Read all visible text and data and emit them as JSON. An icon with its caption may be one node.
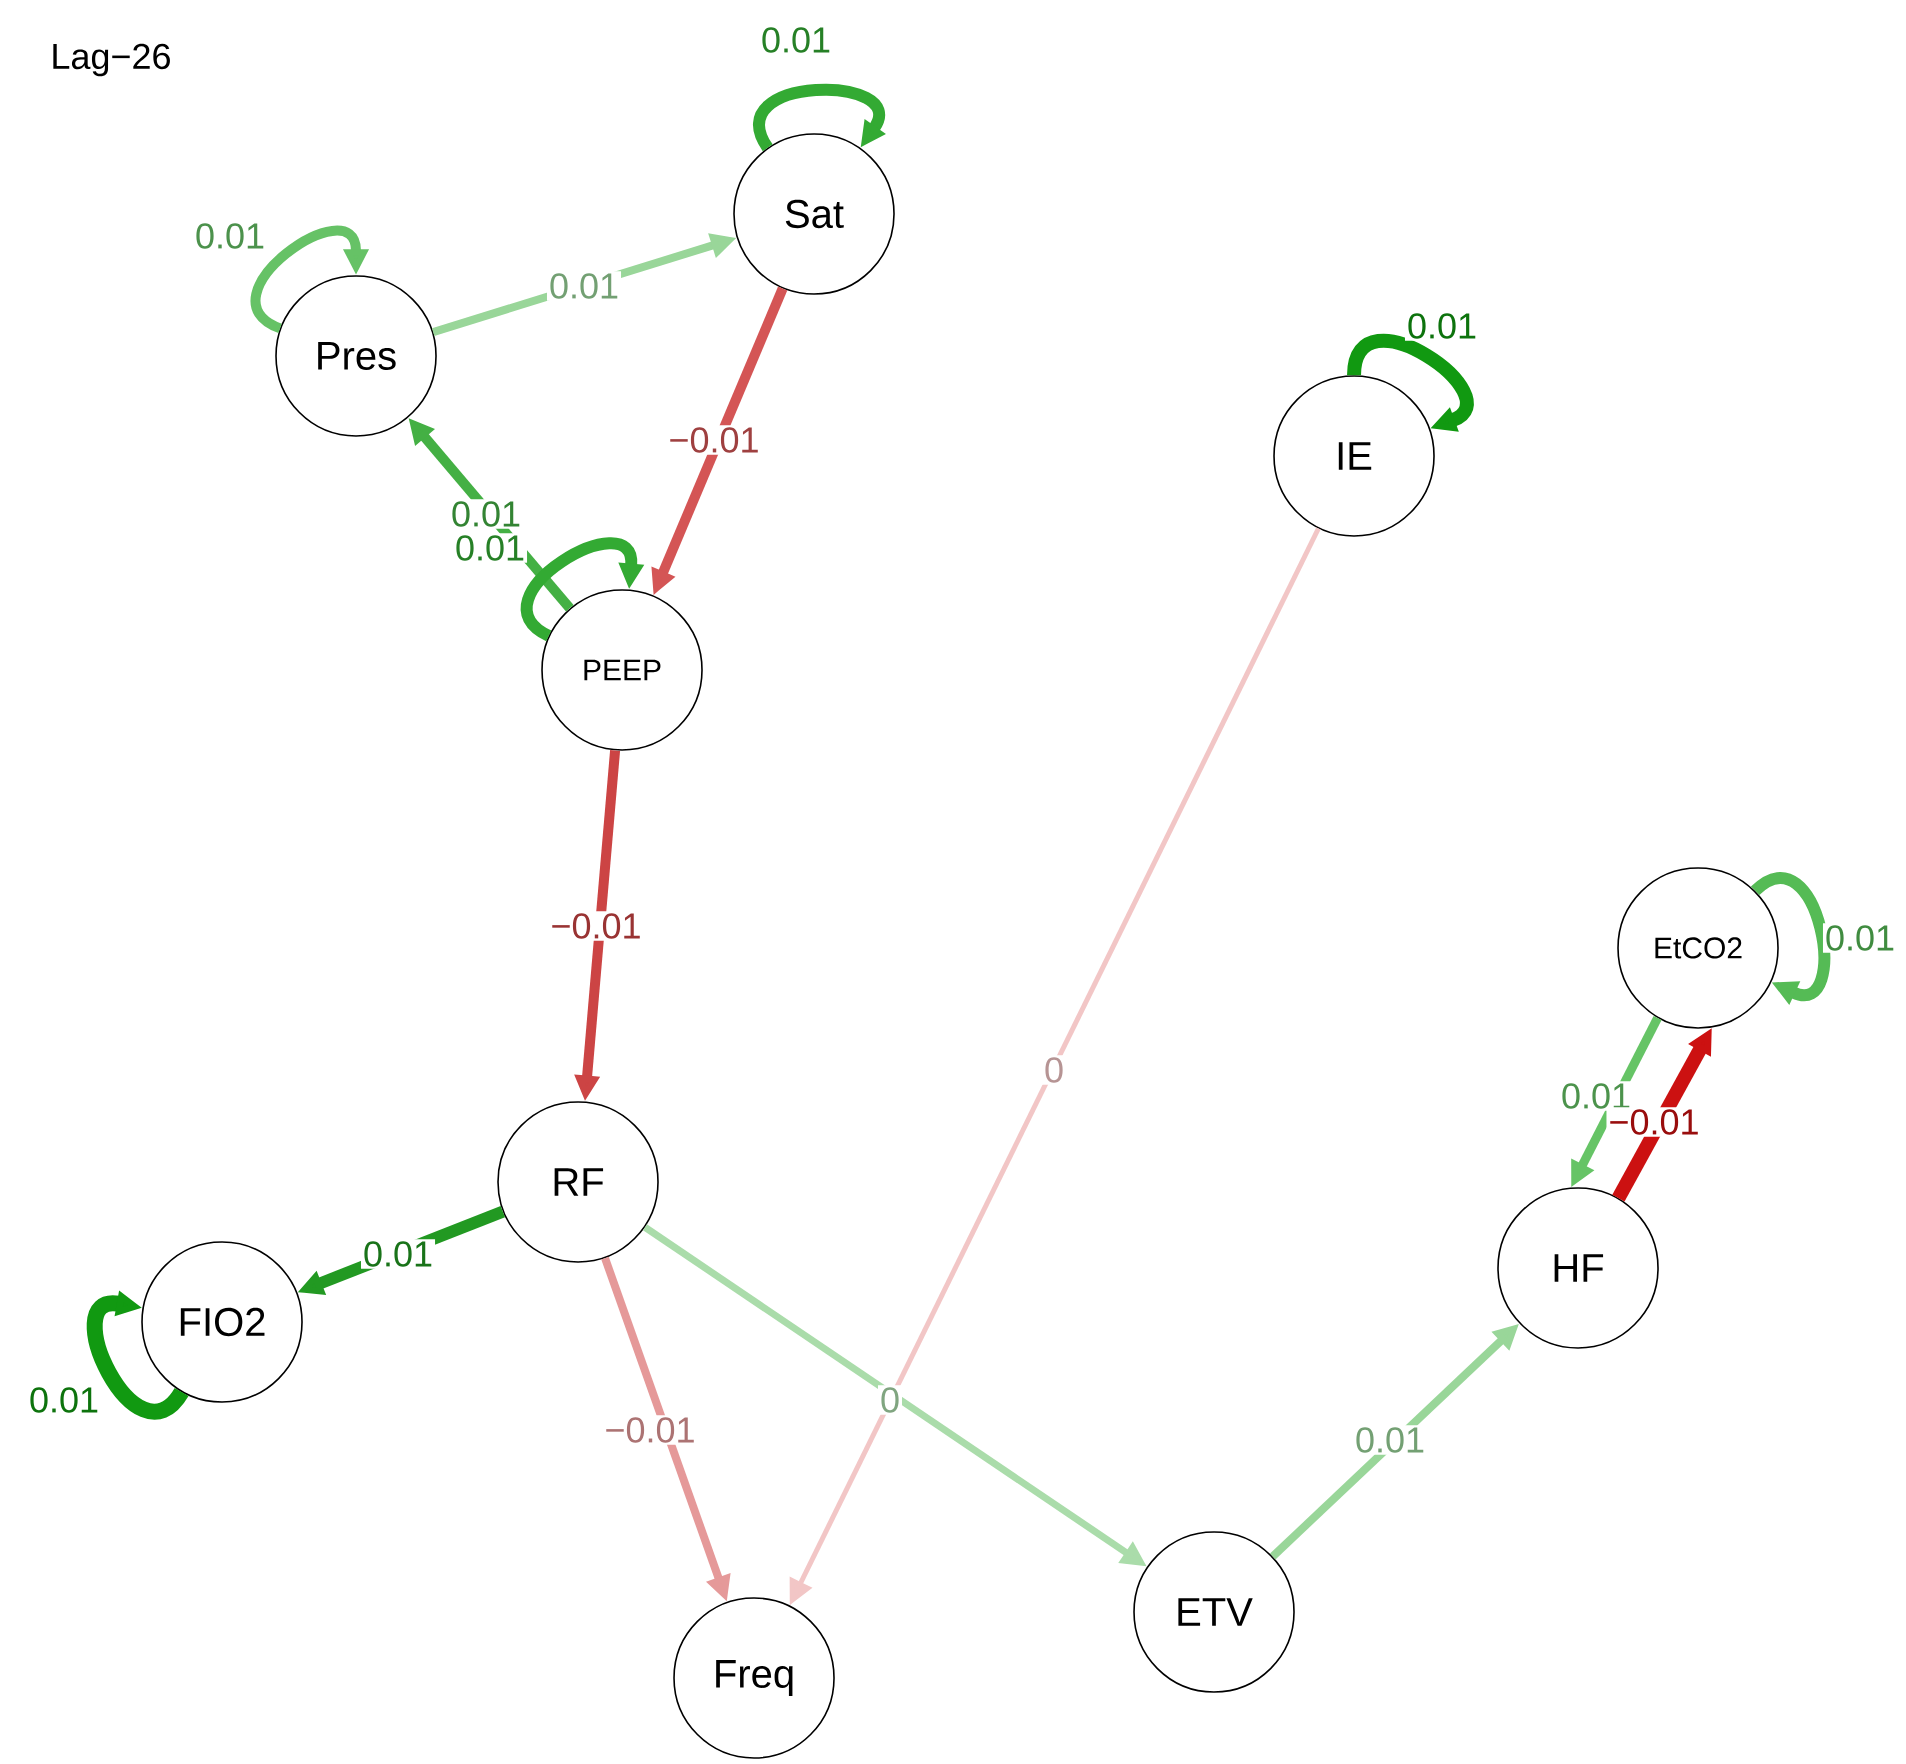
{
  "diagram": {
    "title": "Lag−26",
    "nodes": [
      {
        "text": [
          "Sat"
        ]
      },
      {
        "text": [
          "Pres"
        ]
      },
      {
        "text": [
          "IE"
        ]
      },
      {
        "text": [
          "PEEP"
        ]
      },
      {
        "text": [
          "EtCO2"
        ]
      },
      {
        "text": [
          "RF"
        ]
      },
      {
        "text": [
          "HF"
        ]
      },
      {
        "text": [
          "FIO2"
        ]
      },
      {
        "text": [
          "ETV"
        ]
      },
      {
        "text": [
          "Freq"
        ]
      }
    ],
    "edges": [
      {
        "from": 0,
        "to": 0,
        "arrow": "to",
        "label": "0.01",
        "color": "#33aa33"
      },
      {
        "from": 1,
        "to": 1,
        "arrow": "to",
        "label": "0.01",
        "color": "#66c266"
      },
      {
        "from": 1,
        "to": 0,
        "arrow": "to",
        "label": "0.01",
        "color": "#99d699"
      },
      {
        "from": 0,
        "to": 3,
        "arrow": "to",
        "label": "−0.01",
        "color": "#d45555"
      },
      {
        "from": 3,
        "to": 1,
        "arrow": "to",
        "label": "0.01",
        "color": "#44b044"
      },
      {
        "from": 3,
        "to": 3,
        "arrow": "to",
        "label": "0.01",
        "color": "#33aa33"
      },
      {
        "from": 2,
        "to": 2,
        "arrow": "to",
        "label": "0.01",
        "color": "#119911"
      },
      {
        "from": 3,
        "to": 5,
        "arrow": "to",
        "label": "−0.01",
        "color": "#cc4444"
      },
      {
        "from": 2,
        "to": 9,
        "arrow": "to",
        "label": "0",
        "color": "#f2c6c6"
      },
      {
        "from": 5,
        "to": 7,
        "arrow": "to",
        "label": "0.01",
        "color": "#229922"
      },
      {
        "from": 7,
        "to": 7,
        "arrow": "to",
        "label": "0.01",
        "color": "#119911"
      },
      {
        "from": 5,
        "to": 9,
        "arrow": "to",
        "label": "−0.01",
        "color": "#e59999"
      },
      {
        "from": 5,
        "to": 8,
        "arrow": "to",
        "label": "0",
        "color": "#aadcaa"
      },
      {
        "from": 8,
        "to": 6,
        "arrow": "to",
        "label": "0.01",
        "color": "#99d699"
      },
      {
        "from": 4,
        "to": 6,
        "arrow": "to",
        "label": "0.01",
        "color": "#66c466"
      },
      {
        "from": 6,
        "to": 4,
        "arrow": "to",
        "label": "−0.01",
        "color": "#cc1111"
      },
      {
        "from": 4,
        "to": 4,
        "arrow": "to",
        "label": "0.01",
        "color": "#55bb55"
      }
    ]
  }
}
